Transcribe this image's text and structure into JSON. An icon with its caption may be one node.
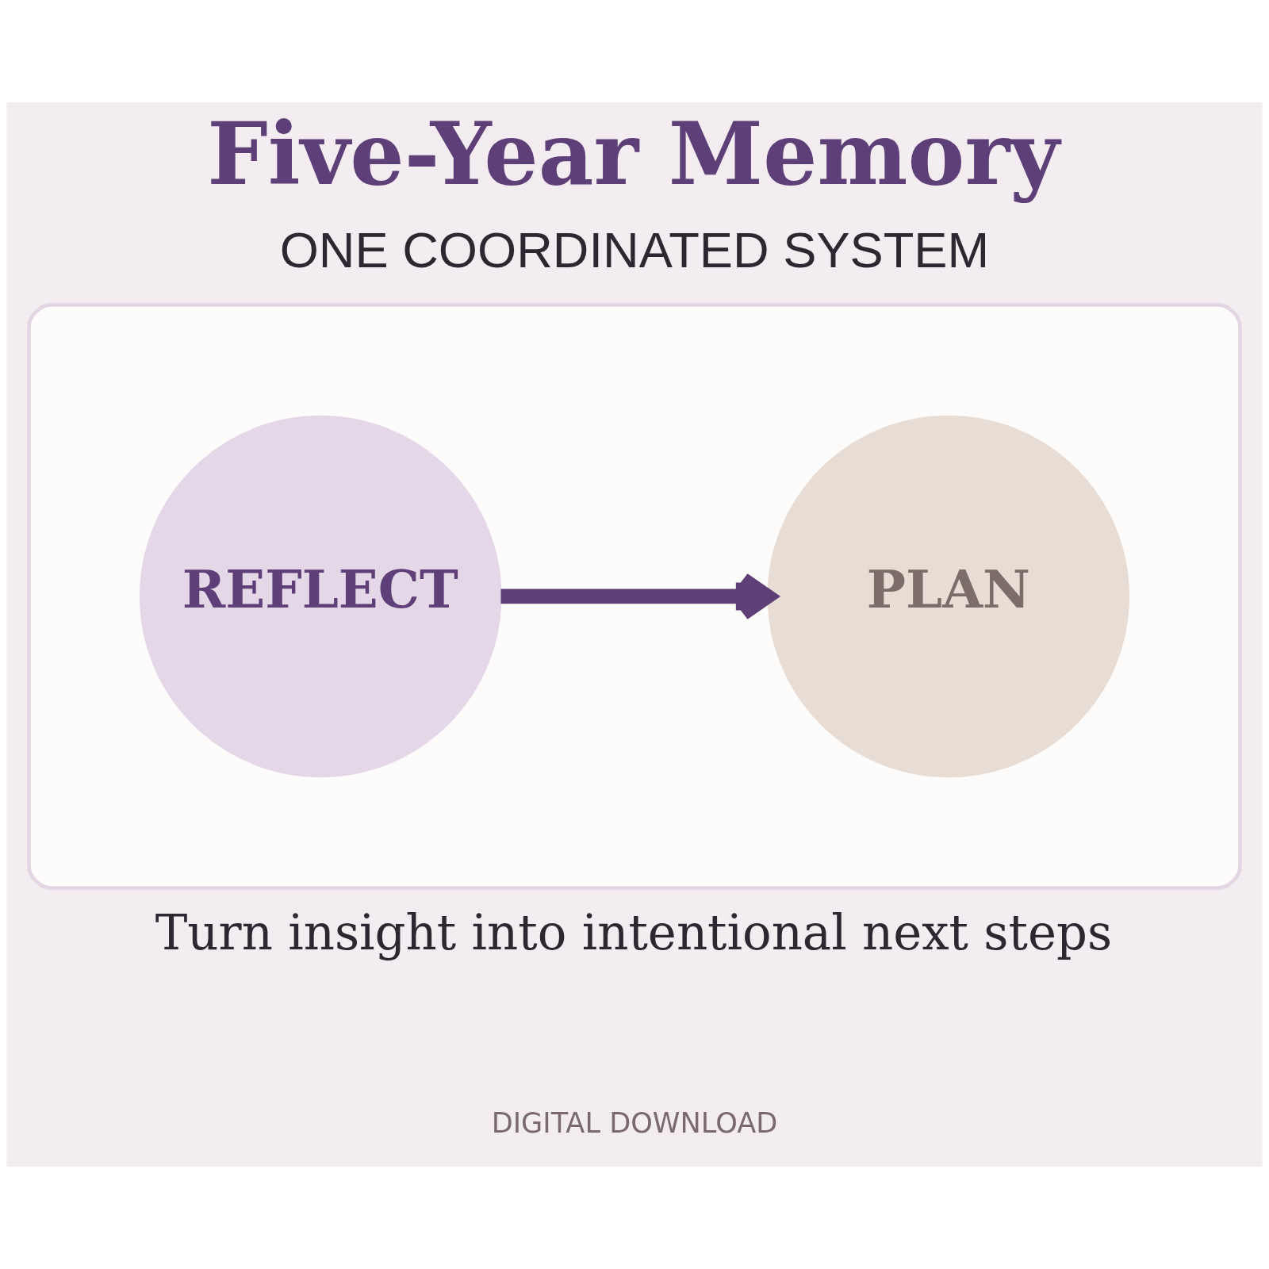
{
  "diagram": {
    "title": "Five-Year Memory",
    "caption": "Turn insight into intentional next steps",
    "nodes": [
      {
        "text": [],
        "shape": "box"
      },
      {
        "text": [
          "REFLECT"
        ],
        "in": 0
      },
      {
        "text": [
          "PLAN"
        ],
        "in": 0
      }
    ],
    "edges": [
      {
        "from": 1,
        "to": 2,
        "arrow": "to"
      }
    ],
    "labels": [
      "ONE COORDINATED SYSTEM",
      "DIGITAL DOWNLOAD"
    ]
  }
}
